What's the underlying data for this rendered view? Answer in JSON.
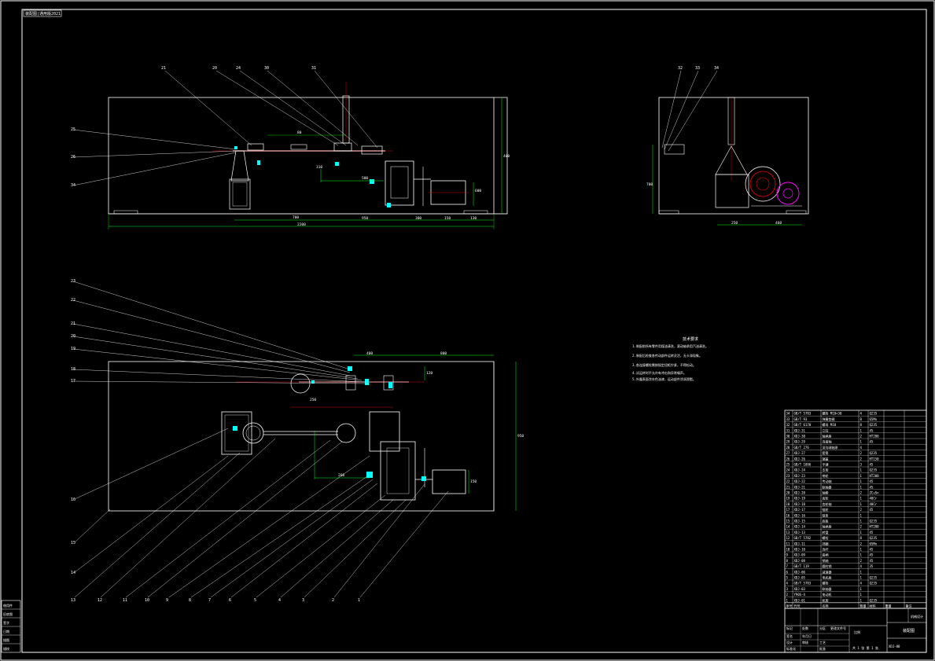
{
  "drawing": {
    "corner_stamp": "装配图|通用版2021",
    "colors": {
      "background": "#000000",
      "outline": "#ffffff",
      "dimension": "#00ff00",
      "centerline": "#ff0000",
      "bearing": "#00ffff",
      "highlight": "#ff00ff"
    }
  },
  "front_view": {
    "leaders": [
      "21",
      "20",
      "24",
      "30",
      "31",
      "25",
      "26",
      "34"
    ],
    "dimensions": [
      "2200",
      "950",
      "400",
      "300",
      "700",
      "150",
      "130",
      "600",
      "310",
      "80",
      "500"
    ]
  },
  "side_view": {
    "leaders": [
      "32",
      "33",
      "34"
    ],
    "dimensions": [
      "250",
      "460",
      "700"
    ]
  },
  "plan_view": {
    "leaders_left": [
      "23",
      "22",
      "21",
      "20",
      "19",
      "18",
      "17"
    ],
    "leaders_bottom": [
      "16",
      "15",
      "14",
      "13",
      "12",
      "11",
      "10",
      "9",
      "8",
      "7",
      "6",
      "5",
      "4",
      "3",
      "2",
      "1"
    ],
    "dimensions": [
      "400",
      "800",
      "120",
      "950",
      "250",
      "260",
      "150"
    ]
  },
  "tech_notes": {
    "title": "技术要求",
    "lines": [
      "1.装配前所有零件用煤油清洗，滚动轴承用汽油清洗。",
      "2.装配后检查各传动部件运转灵活，无卡滞现象。",
      "3.各连接螺栓需按规定扭矩拧紧，不得松动。",
      "4.试运转时不允许有冲击和异常噪声。",
      "5.外露表面涂灰色油漆，运动部件涂润滑脂。"
    ]
  },
  "parts_list": {
    "rows": [
      {
        "no": "34",
        "code": "GB/T 5783",
        "name": "螺栓 M10×30",
        "qty": "4",
        "mat": "Q235"
      },
      {
        "no": "33",
        "code": "GB/T 93",
        "name": "弹簧垫圈",
        "qty": "8",
        "mat": "65Mn"
      },
      {
        "no": "32",
        "code": "GB/T 6170",
        "name": "螺母 M10",
        "qty": "8",
        "mat": "Q235"
      },
      {
        "no": "31",
        "code": "XDJ-31",
        "name": "立柱",
        "qty": "1",
        "mat": "45"
      },
      {
        "no": "30",
        "code": "XDJ-30",
        "name": "轴承座",
        "qty": "2",
        "mat": "HT200"
      },
      {
        "no": "29",
        "code": "XDJ-29",
        "name": "连接轴",
        "qty": "1",
        "mat": "45"
      },
      {
        "no": "28",
        "code": "GB/T 276",
        "name": "深沟球轴承",
        "qty": "4",
        "mat": ""
      },
      {
        "no": "27",
        "code": "XDJ-27",
        "name": "套筒",
        "qty": "2",
        "mat": "Q235"
      },
      {
        "no": "26",
        "code": "XDJ-26",
        "name": "端盖",
        "qty": "2",
        "mat": "HT150"
      },
      {
        "no": "25",
        "code": "GB/T 1096",
        "name": "平键",
        "qty": "3",
        "mat": "45"
      },
      {
        "no": "24",
        "code": "XDJ-24",
        "name": "支架",
        "qty": "1",
        "mat": "Q235"
      },
      {
        "no": "23",
        "code": "XDJ-23",
        "name": "带轮",
        "qty": "1",
        "mat": "HT200"
      },
      {
        "no": "22",
        "code": "XDJ-22",
        "name": "传动轴",
        "qty": "1",
        "mat": "45"
      },
      {
        "no": "21",
        "code": "XDJ-21",
        "name": "联轴器",
        "qty": "1",
        "mat": "45"
      },
      {
        "no": "20",
        "code": "XDJ-20",
        "name": "轴套",
        "qty": "2",
        "mat": "ZCuSn"
      },
      {
        "no": "19",
        "code": "XDJ-19",
        "name": "齿轮",
        "qty": "1",
        "mat": "40Cr"
      },
      {
        "no": "18",
        "code": "XDJ-18",
        "name": "齿轮轴",
        "qty": "1",
        "mat": "40Cr"
      },
      {
        "no": "17",
        "code": "XDJ-17",
        "name": "链轮",
        "qty": "2",
        "mat": "45"
      },
      {
        "no": "16",
        "code": "XDJ-16",
        "name": "链条",
        "qty": "1",
        "mat": ""
      },
      {
        "no": "15",
        "code": "XDJ-15",
        "name": "底板",
        "qty": "1",
        "mat": "Q235"
      },
      {
        "no": "14",
        "code": "XDJ-14",
        "name": "轴承座",
        "qty": "2",
        "mat": "HT200"
      },
      {
        "no": "13",
        "code": "XDJ-13",
        "name": "转盘",
        "qty": "1",
        "mat": "45"
      },
      {
        "no": "12",
        "code": "GB/T 5782",
        "name": "螺栓",
        "qty": "8",
        "mat": "Q235"
      },
      {
        "no": "11",
        "code": "XDJ-11",
        "name": "挡圈",
        "qty": "2",
        "mat": "65Mn"
      },
      {
        "no": "10",
        "code": "XDJ-10",
        "name": "连杆",
        "qty": "1",
        "mat": "45"
      },
      {
        "no": "9",
        "code": "XDJ-09",
        "name": "曲柄",
        "qty": "1",
        "mat": "45"
      },
      {
        "no": "8",
        "code": "XDJ-08",
        "name": "销轴",
        "qty": "2",
        "mat": "45"
      },
      {
        "no": "7",
        "code": "GB/T 119",
        "name": "圆柱销",
        "qty": "4",
        "mat": "35"
      },
      {
        "no": "6",
        "code": "XDJ-06",
        "name": "减速器",
        "qty": "1",
        "mat": ""
      },
      {
        "no": "5",
        "code": "XDJ-05",
        "name": "电机座",
        "qty": "1",
        "mat": "Q235"
      },
      {
        "no": "4",
        "code": "GB/T 5783",
        "name": "螺栓",
        "qty": "4",
        "mat": "Q235"
      },
      {
        "no": "3",
        "code": "XDJ-03",
        "name": "联轴器",
        "qty": "1",
        "mat": ""
      },
      {
        "no": "2",
        "code": "Y90S-4",
        "name": "电动机",
        "qty": "1",
        "mat": ""
      },
      {
        "no": "1",
        "code": "XDJ-01",
        "name": "机架",
        "qty": "1",
        "mat": "Q235"
      }
    ],
    "header": {
      "no": "序号",
      "code": "代号",
      "name": "名称",
      "qty": "数量",
      "mat": "材料",
      "weight": "重量",
      "note": "备注"
    }
  },
  "title_block": {
    "drawing_no": "XDJ-00",
    "title": "装配图",
    "labels": [
      "标记",
      "处数",
      "分区",
      "更改文件号",
      "签名",
      "年月日",
      "设计",
      "审核",
      "工艺",
      "标准化",
      "批准"
    ],
    "scale_label": "比例",
    "sheet_info": "共 1 张 第 1 张",
    "school": "机械设计"
  },
  "left_strip": {
    "cells": [
      "借用件",
      "旧底图",
      "签字",
      "日期",
      "描图",
      "描校"
    ]
  }
}
